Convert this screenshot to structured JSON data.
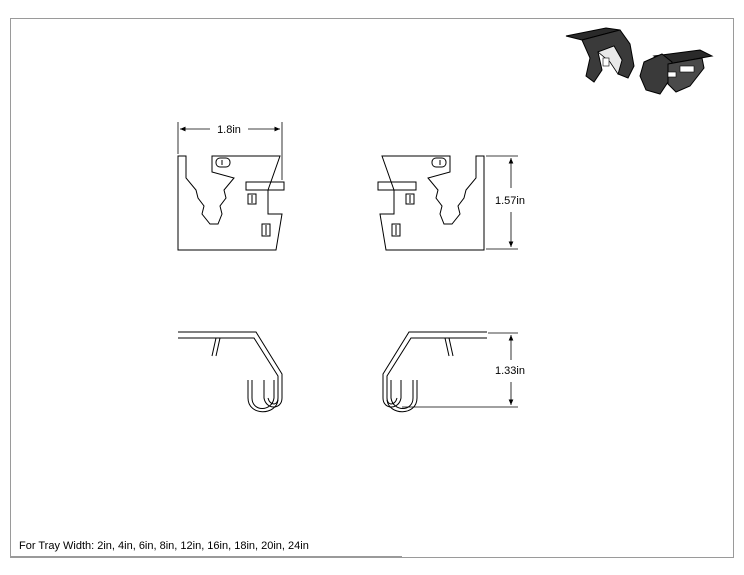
{
  "drawing": {
    "dimensions": {
      "width": "1.8in",
      "height": "1.57in",
      "depth": "1.33in"
    },
    "footer": "For Tray Width: 2in, 4in, 6in, 8in, 12in, 16in, 18in, 20in, 24in"
  }
}
